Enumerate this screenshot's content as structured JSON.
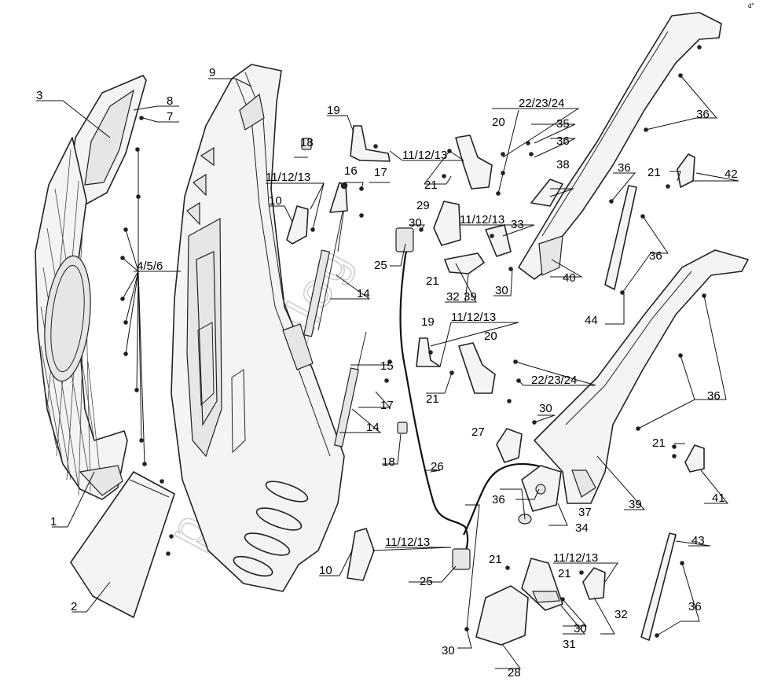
{
  "diagram": {
    "watermark": "parts-catalog",
    "corner_mark": "d°",
    "callouts": [
      {
        "id": "c1",
        "label": "1"
      },
      {
        "id": "c2",
        "label": "2"
      },
      {
        "id": "c3",
        "label": "3"
      },
      {
        "id": "c456",
        "label": "4/5/6"
      },
      {
        "id": "c7",
        "label": "7"
      },
      {
        "id": "c8",
        "label": "8"
      },
      {
        "id": "c9",
        "label": "9"
      },
      {
        "id": "c10a",
        "label": "10"
      },
      {
        "id": "c10b",
        "label": "10"
      },
      {
        "id": "c111213a",
        "label": "11/12/13"
      },
      {
        "id": "c111213b",
        "label": "11/12/13"
      },
      {
        "id": "c111213c",
        "label": "11/12/13"
      },
      {
        "id": "c111213d",
        "label": "11/12/13"
      },
      {
        "id": "c111213e",
        "label": "11/12/13"
      },
      {
        "id": "c111213f",
        "label": "11/12/13"
      },
      {
        "id": "c14a",
        "label": "14"
      },
      {
        "id": "c14b",
        "label": "14"
      },
      {
        "id": "c15",
        "label": "15"
      },
      {
        "id": "c16",
        "label": "16"
      },
      {
        "id": "c17a",
        "label": "17"
      },
      {
        "id": "c17b",
        "label": "17"
      },
      {
        "id": "c18a",
        "label": "18"
      },
      {
        "id": "c18b",
        "label": "18"
      },
      {
        "id": "c19a",
        "label": "19"
      },
      {
        "id": "c19b",
        "label": "19"
      },
      {
        "id": "c20a",
        "label": "20"
      },
      {
        "id": "c20b",
        "label": "20"
      },
      {
        "id": "c21a",
        "label": "21"
      },
      {
        "id": "c21b",
        "label": "21"
      },
      {
        "id": "c21c",
        "label": "21"
      },
      {
        "id": "c21d",
        "label": "21"
      },
      {
        "id": "c21e",
        "label": "21"
      },
      {
        "id": "c21f",
        "label": "21"
      },
      {
        "id": "c21g",
        "label": "21"
      },
      {
        "id": "c222324a",
        "label": "22/23/24"
      },
      {
        "id": "c222324b",
        "label": "22/23/24"
      },
      {
        "id": "c25a",
        "label": "25"
      },
      {
        "id": "c25b",
        "label": "25"
      },
      {
        "id": "c26",
        "label": "26"
      },
      {
        "id": "c27",
        "label": "27"
      },
      {
        "id": "c28",
        "label": "28"
      },
      {
        "id": "c29",
        "label": "29"
      },
      {
        "id": "c30a",
        "label": "30"
      },
      {
        "id": "c30b",
        "label": "30"
      },
      {
        "id": "c30c",
        "label": "30"
      },
      {
        "id": "c30d",
        "label": "30"
      },
      {
        "id": "c30e",
        "label": "30"
      },
      {
        "id": "c31",
        "label": "31"
      },
      {
        "id": "c32a",
        "label": "32"
      },
      {
        "id": "c32b",
        "label": "32"
      },
      {
        "id": "c33",
        "label": "33"
      },
      {
        "id": "c34",
        "label": "34"
      },
      {
        "id": "c35",
        "label": "35"
      },
      {
        "id": "c36a",
        "label": "36"
      },
      {
        "id": "c36b",
        "label": "36"
      },
      {
        "id": "c36c",
        "label": "36"
      },
      {
        "id": "c36d",
        "label": "36"
      },
      {
        "id": "c36e",
        "label": "36"
      },
      {
        "id": "c36f",
        "label": "36"
      },
      {
        "id": "c36g",
        "label": "36"
      },
      {
        "id": "c37",
        "label": "37"
      },
      {
        "id": "c38",
        "label": "38"
      },
      {
        "id": "c39a",
        "label": "39"
      },
      {
        "id": "c39b",
        "label": "39"
      },
      {
        "id": "c40",
        "label": "40"
      },
      {
        "id": "c41",
        "label": "41"
      },
      {
        "id": "c42",
        "label": "42"
      },
      {
        "id": "c43",
        "label": "43"
      },
      {
        "id": "c44",
        "label": "44"
      }
    ]
  }
}
